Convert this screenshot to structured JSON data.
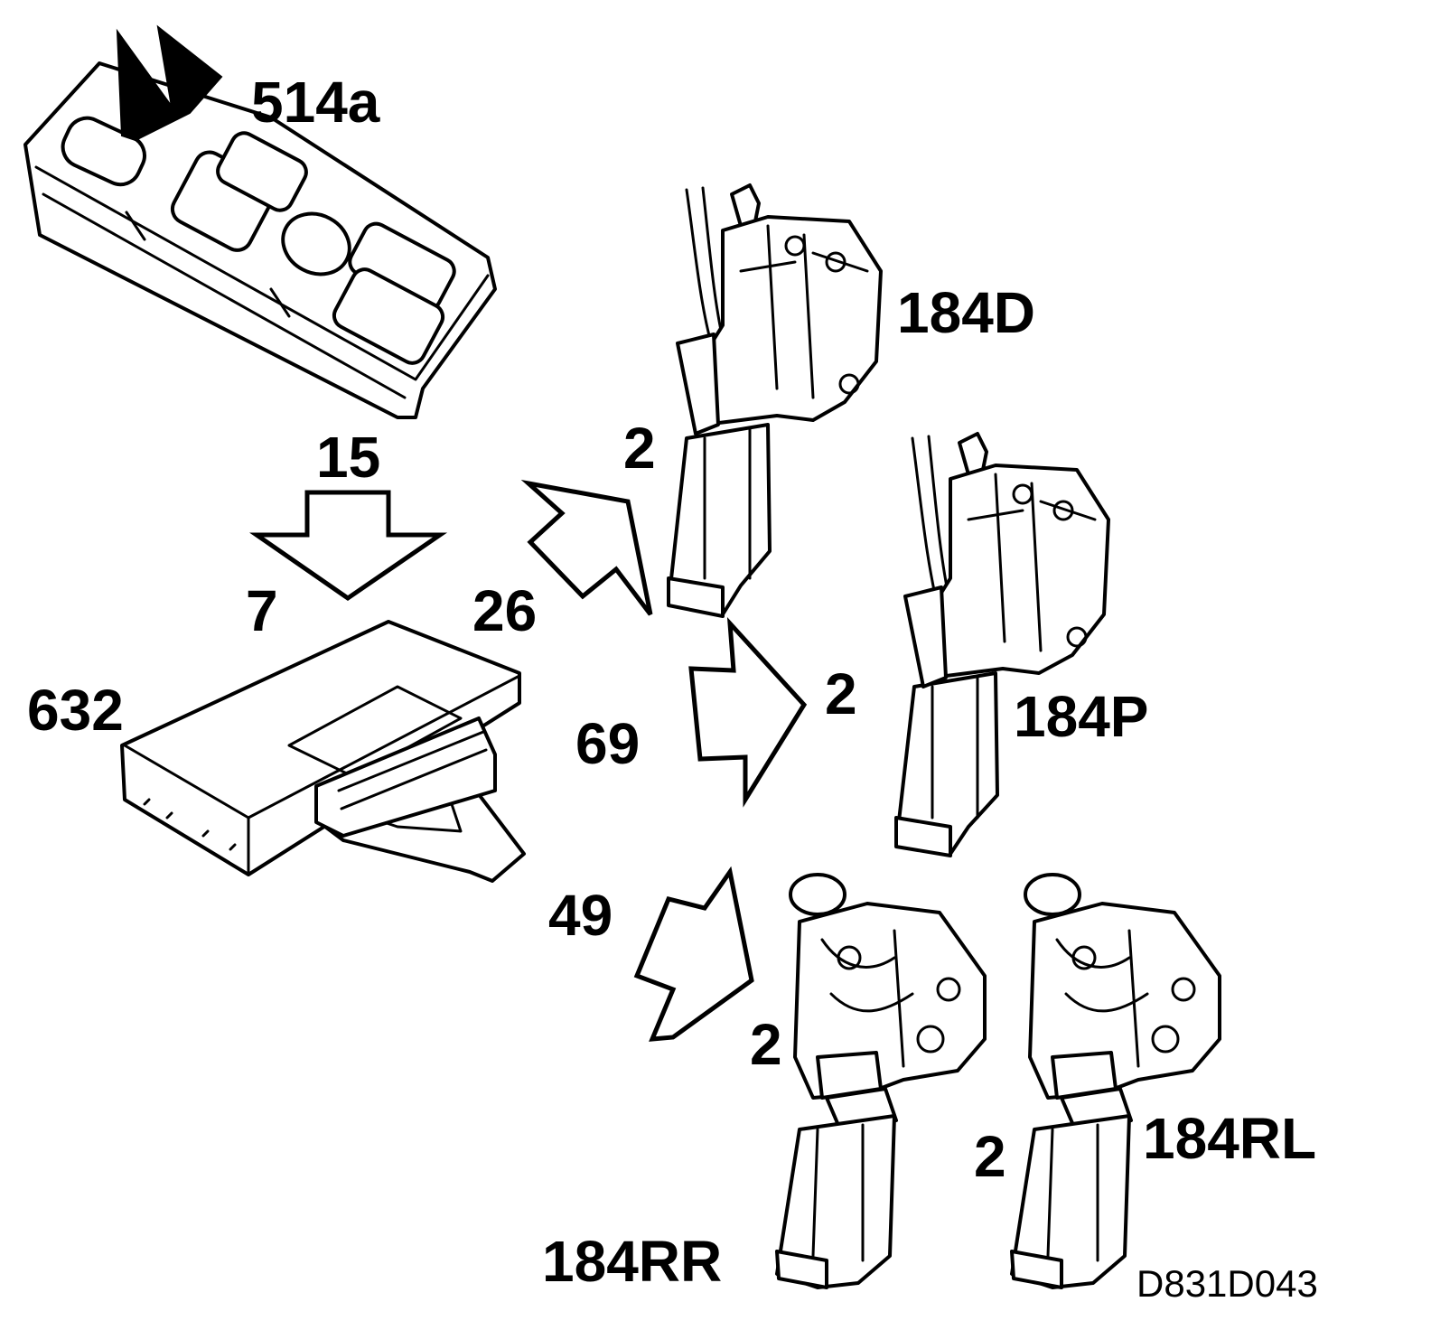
{
  "labels": {
    "switch_panel": "514a",
    "control_module": "632",
    "lock_driver": "184D",
    "lock_passenger": "184P",
    "lock_rear_right": "184RR",
    "lock_rear_left": "184RL",
    "signal_switch_to_module": "15",
    "signal_module_ground": "7",
    "signal_to_driver": "26",
    "signal_to_passenger": "69",
    "signal_to_rear": "49",
    "ground_driver": "2",
    "ground_passenger": "2",
    "ground_rear_right": "2",
    "ground_rear_left": "2",
    "reference_code": "D831D043"
  }
}
